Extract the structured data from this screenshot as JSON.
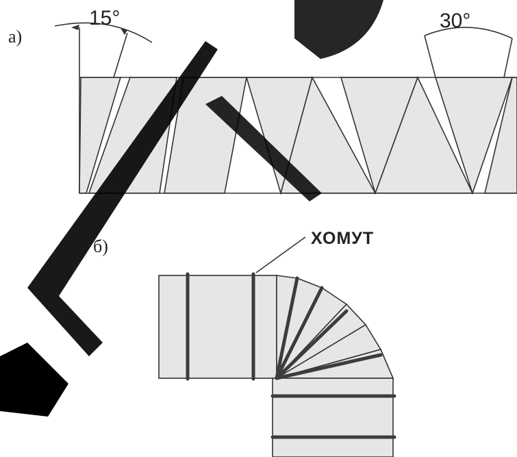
{
  "labels": {
    "part_a": "а)",
    "part_b": "б)",
    "angle_left": "15°",
    "angle_right": "30°",
    "clamp": "ХОМУТ"
  },
  "watermark_color": "#000000",
  "fill_color": "#e6e6e6",
  "band_color": "#3c3c3c"
}
